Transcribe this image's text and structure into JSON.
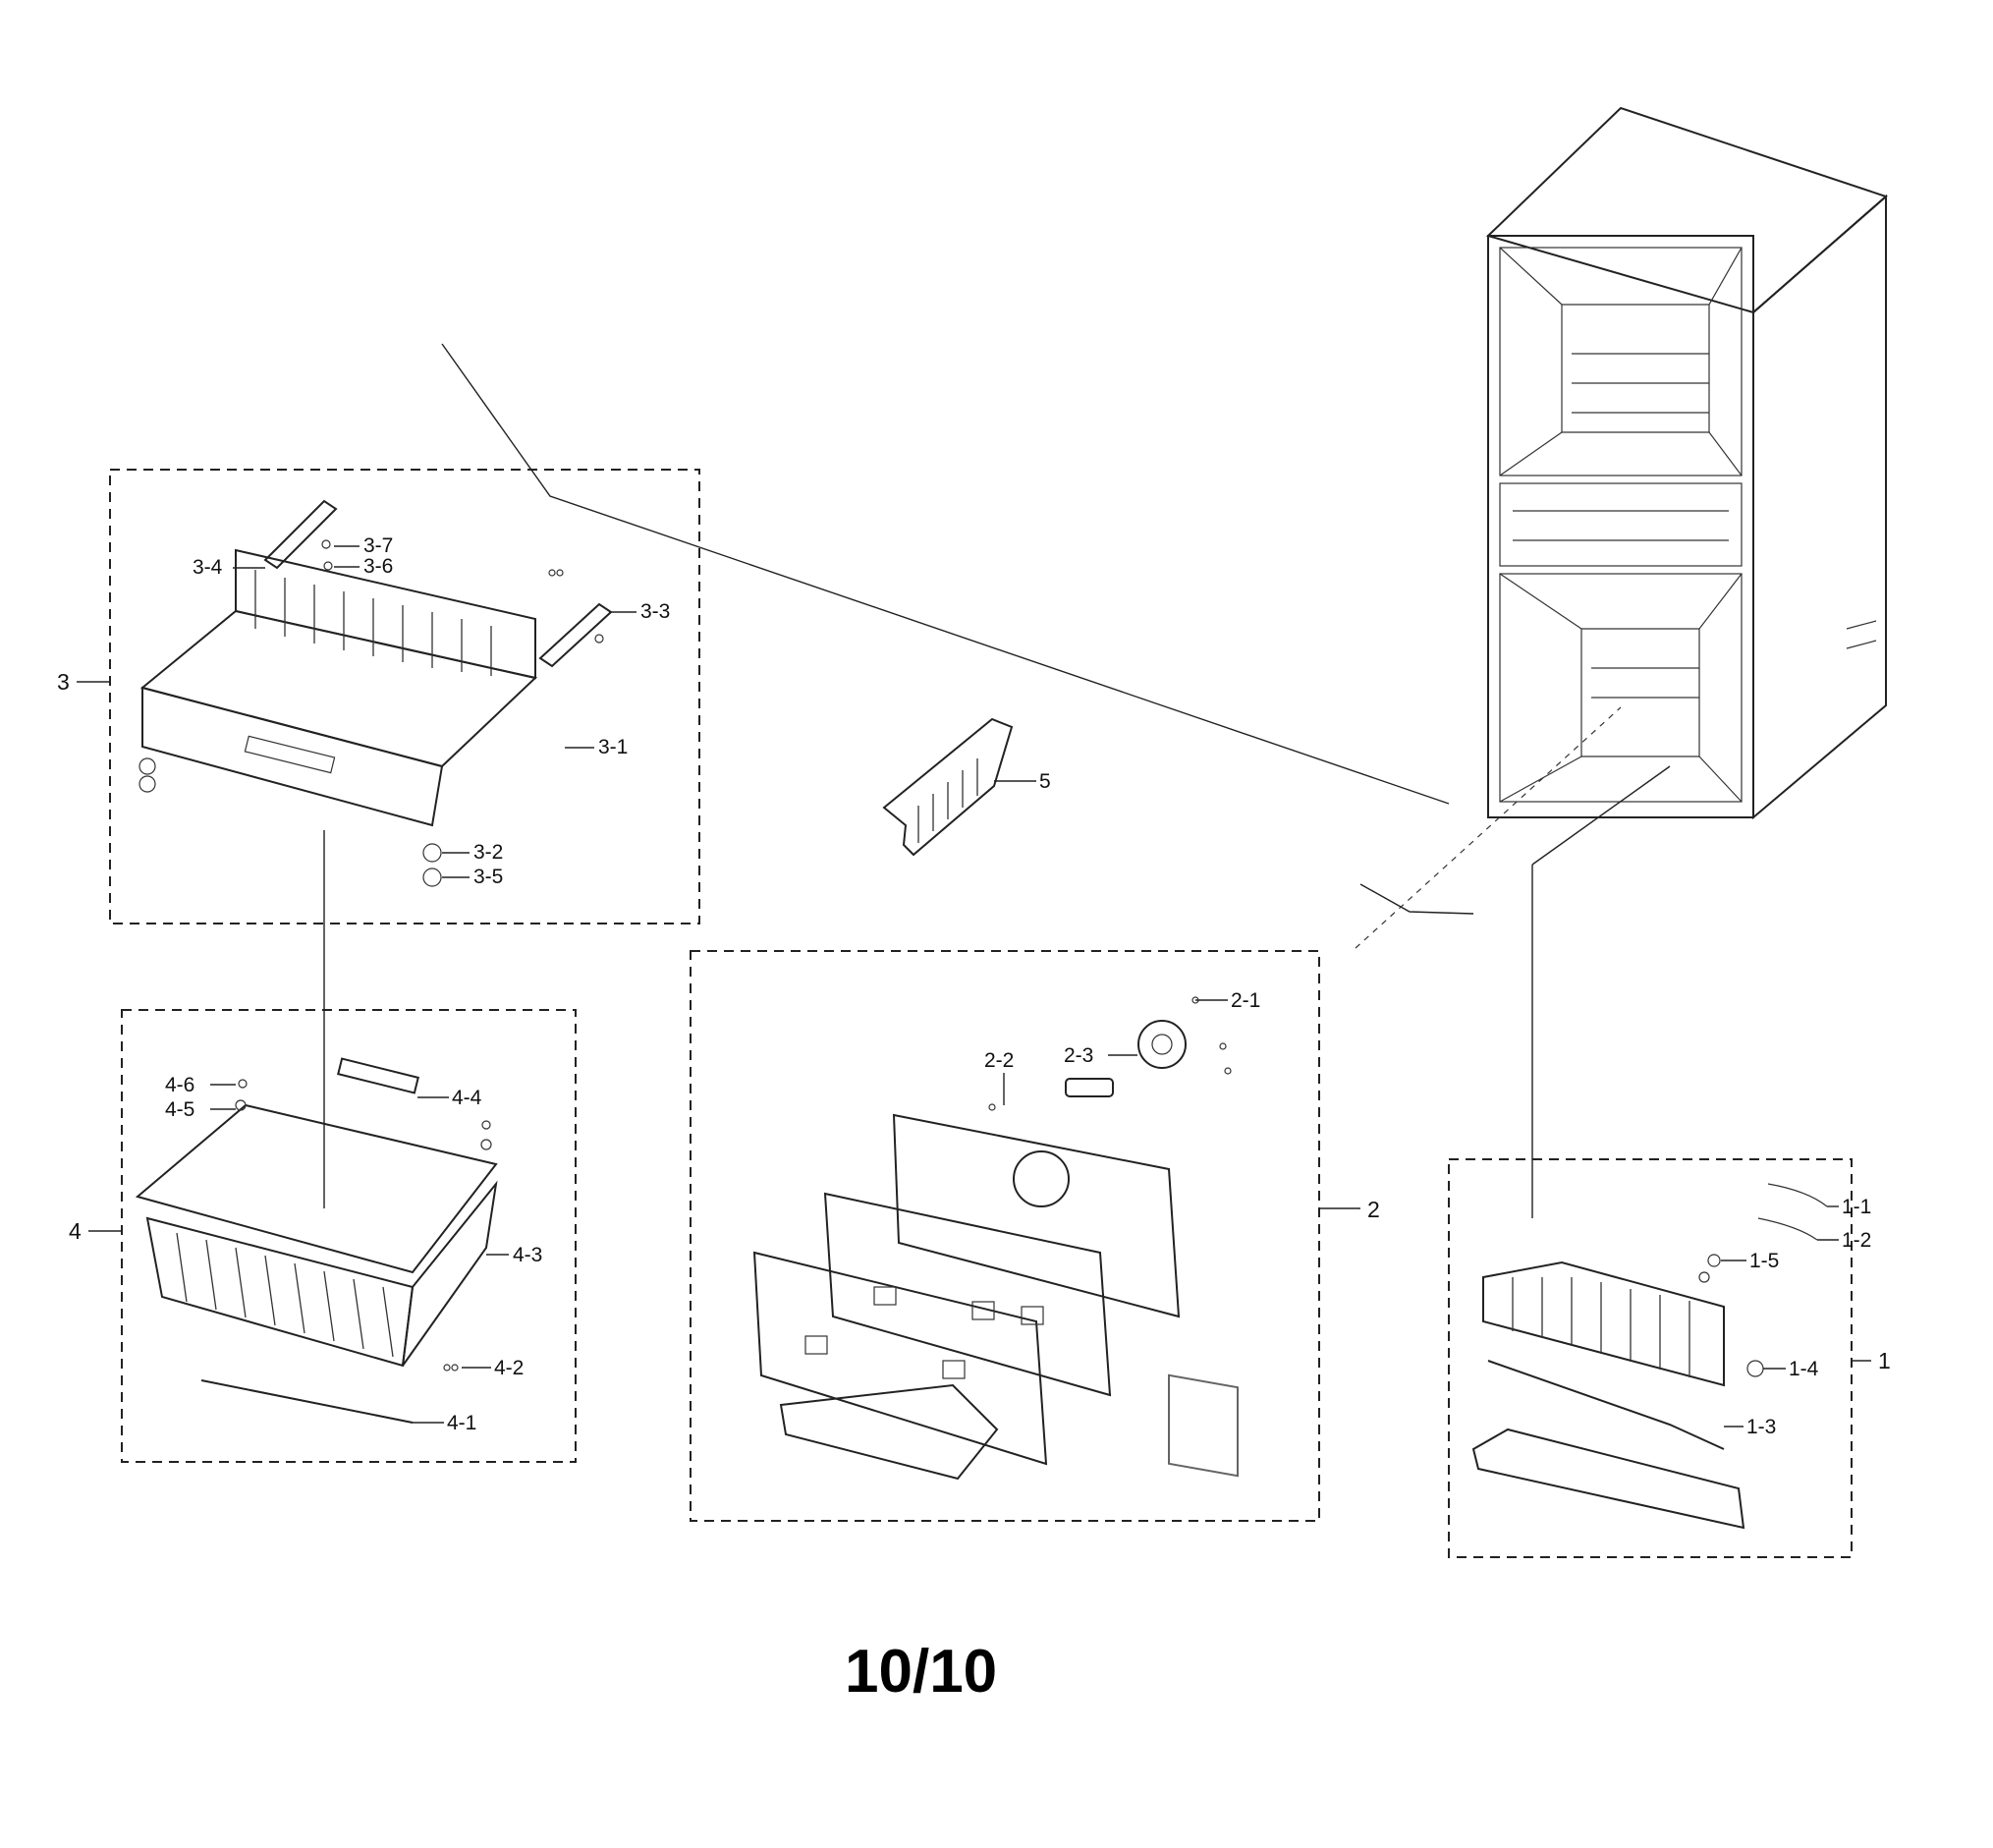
{
  "page_number": "10/10",
  "groups": [
    {
      "id": "1",
      "label": "1"
    },
    {
      "id": "2",
      "label": "2"
    },
    {
      "id": "3",
      "label": "3"
    },
    {
      "id": "4",
      "label": "4"
    }
  ],
  "parts": {
    "p5": "5",
    "p1_1": "1-1",
    "p1_2": "1-2",
    "p1_3": "1-3",
    "p1_4": "1-4",
    "p1_5": "1-5",
    "p2_1": "2-1",
    "p2_2": "2-2",
    "p2_3": "2-3",
    "p3_1": "3-1",
    "p3_2": "3-2",
    "p3_3": "3-3",
    "p3_4": "3-4",
    "p3_5": "3-5",
    "p3_6": "3-6",
    "p3_7": "3-7",
    "p4_1": "4-1",
    "p4_2": "4-2",
    "p4_3": "4-3",
    "p4_4": "4-4",
    "p4_5": "4-5",
    "p4_6": "4-6"
  }
}
